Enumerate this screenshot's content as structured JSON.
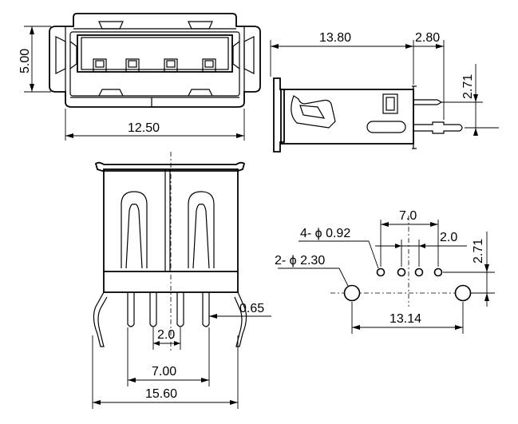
{
  "views": {
    "front": {
      "dimensions": {
        "height": "5.00",
        "width": "12.50"
      }
    },
    "side": {
      "dimensions": {
        "length": "13.80",
        "tail": "2.80",
        "offset": "2.71"
      }
    },
    "bottom": {
      "dimensions": {
        "pin_width": "0.65",
        "pin_pitch": "2.0",
        "pin_span": "7.00",
        "total_width": "15.60"
      }
    },
    "footprint": {
      "dimensions": {
        "signal_holes": "4- ϕ 0.92",
        "mount_holes": "2- ϕ 2.30",
        "hole_span": "7.0",
        "pitch": "2.0",
        "offset": "2.71",
        "mount_span": "13.14"
      }
    }
  },
  "colors": {
    "line": "#000000",
    "background": "#ffffff"
  }
}
